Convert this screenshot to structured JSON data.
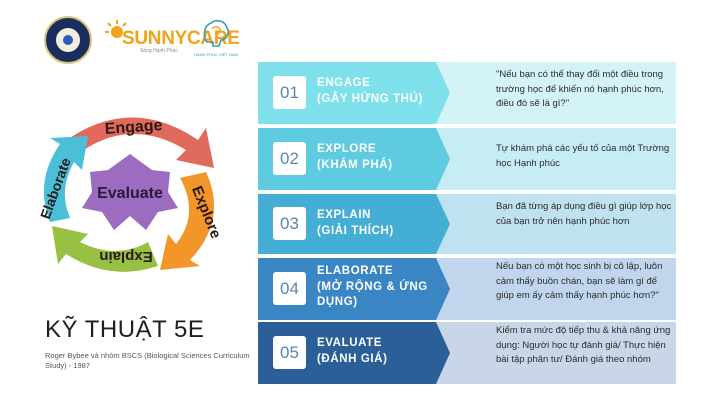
{
  "header": {
    "brand_name": "SUNNYCARE",
    "brand_tagline": "Sống Hạnh Phúc",
    "partner_caption": "HẠNH PHÚC VIỆT NAM",
    "accent": "#f2a21b"
  },
  "cycle": {
    "center": "Evaluate",
    "stages": [
      "Engage",
      "Explore",
      "Explain",
      "Elaborate"
    ],
    "colors": {
      "engage": "#e06a5c",
      "explore": "#f2962a",
      "explain": "#98c043",
      "elaborate": "#4bbfd8",
      "center": "#9b6cc0"
    }
  },
  "title": "KỸ THUẬT 5E",
  "credit": "Roger Bybee và nhóm BSCS (Biological Sciences Curriculum Study) - 1987",
  "rows": [
    {
      "num": "01",
      "label_en": "ENGAGE",
      "label_vi": "(GÂY HỨNG THÚ)",
      "desc": "\"Nếu bạn có thể thay đổi một điều trong trường học để khiến nó hạnh phúc hơn, điều đó sẽ là gì?\"",
      "band": "#7ee0ea",
      "panel": "#d4f3f6"
    },
    {
      "num": "02",
      "label_en": "EXPLORE",
      "label_vi": "(KHÁM PHÁ)",
      "desc": "Tự khám phá các yếu tố của một Trường học Hạnh phúc",
      "band": "#5fcbe0",
      "panel": "#c6ecf4"
    },
    {
      "num": "03",
      "label_en": "EXPLAIN",
      "label_vi": "(GIẢI THÍCH)",
      "desc": "Bạn đã từng áp dụng điều gì giúp lớp học của bạn trở nên hạnh phúc hơn",
      "band": "#44aed4",
      "panel": "#bfe1f0"
    },
    {
      "num": "04",
      "label_en": "ELABORATE",
      "label_vi": "(MỞ RỘNG & ỨNG DỤNG)",
      "desc": "Nếu bạn có một học sinh bị cô lập, luôn cảm thấy buồn chán, bạn sẽ làm gì để giúp em ấy cảm thấy hạnh phúc hơn?\"",
      "band": "#3a86c4",
      "panel": "#c1d6ec"
    },
    {
      "num": "05",
      "label_en": "EVALUATE",
      "label_vi": "(ĐÁNH GIÁ)",
      "desc": "Kiểm tra mức độ tiếp thu & khả năng ứng dụng: Người học tự đánh giá/ Thực hiện bài tập phân tư/ Đánh giá theo nhóm",
      "band": "#2a5f97",
      "panel": "#c8d6e8"
    }
  ]
}
